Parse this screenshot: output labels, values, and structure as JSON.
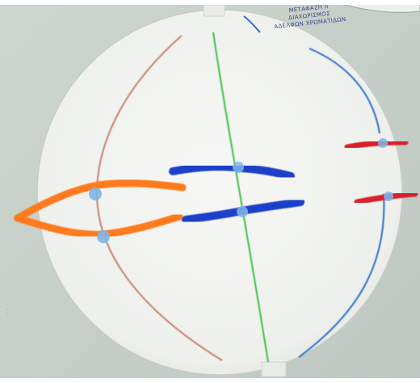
{
  "caption": {
    "line1": "ΜΕΤΑΦΑΣΗ ΙΙ",
    "line2": "ΔΙΑΧΩΡΙΣΜΟΣ",
    "line3": "ΑΔΕΛΦΩΝ ΧΡΩΜΑΤΙΔΩΝ"
  },
  "colors": {
    "plate": "#f4f5f2",
    "spindle_red": "#c98070",
    "spindle_green": "#3fbf4a",
    "spindle_blue": "#2f6fd0",
    "chromosome_orange": "#ff7a1e",
    "chromosome_blue": "#1f3fc8",
    "chromosome_red": "#d8202a",
    "centromere": "#7fb6e6"
  }
}
